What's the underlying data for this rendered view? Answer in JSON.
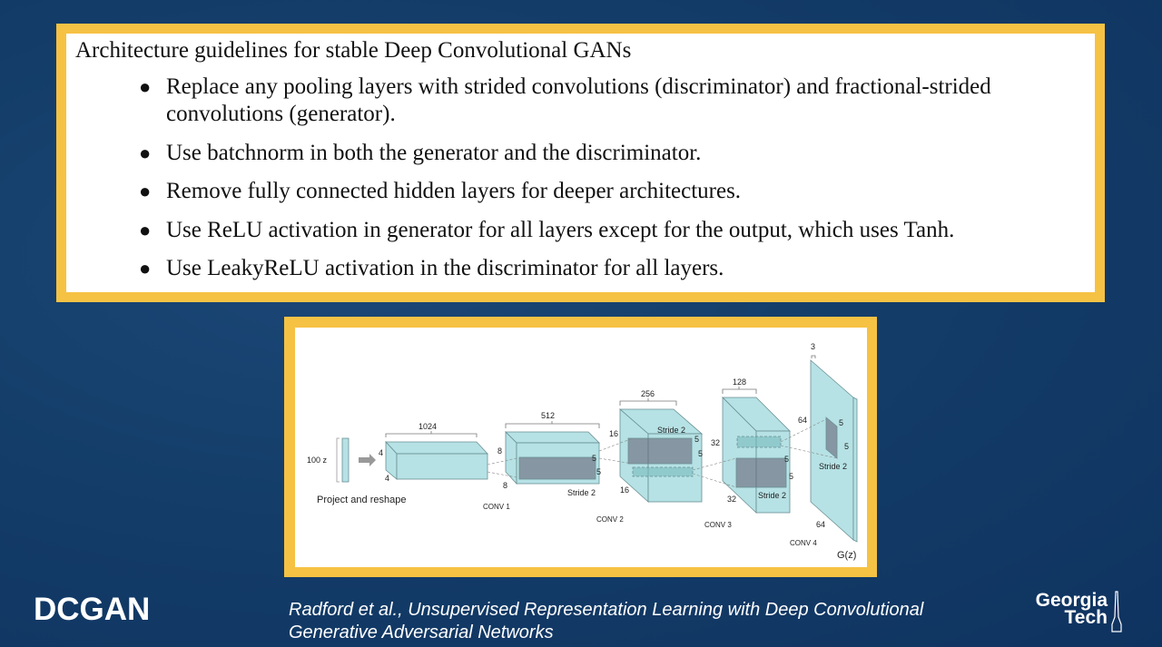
{
  "guidelines": {
    "title": "Architecture guidelines for stable Deep Convolutional GANs",
    "bullet": "●",
    "items": [
      "Replace any pooling layers with strided convolutions (discriminator) and fractional-strided convolutions (generator).",
      "Use batchnorm in both the generator and the discriminator.",
      "Remove fully connected hidden layers for deeper architectures.",
      "Use ReLU activation in generator for all layers except for the output, which uses Tanh.",
      "Use LeakyReLU activation in the discriminator for all layers."
    ]
  },
  "diagram": {
    "z_label": "100 z",
    "project_label": "Project and reshape",
    "b1": {
      "width": "1024",
      "h": "4",
      "d": "4"
    },
    "b2": {
      "width": "512",
      "h": "8",
      "d": "8",
      "k1": "5",
      "k2": "5",
      "stride": "Stride 2",
      "conv": "CONV 1"
    },
    "b3": {
      "width": "256",
      "h": "16",
      "d": "16",
      "k1": "5",
      "k2": "5",
      "stride": "Stride 2",
      "conv": "CONV 2"
    },
    "b4": {
      "width": "128",
      "h": "32",
      "d": "32",
      "k1": "5",
      "k2": "5",
      "stride": "Stride 2",
      "conv": "CONV 3"
    },
    "out": {
      "width": "3",
      "h": "64",
      "d": "64",
      "k1": "5",
      "k2": "5",
      "stride": "Stride 2",
      "conv": "CONV 4",
      "label": "G(z)"
    }
  },
  "footer": {
    "title": "DCGAN",
    "citation_authors": "Radford et al., ",
    "citation_title": "Unsupervised Representation Learning with Deep Convolutional Generative Adversarial Networks",
    "logo_line1": "Georgia",
    "logo_line2": "Tech"
  },
  "colors": {
    "background": "#143d69",
    "frame": "#f6c244",
    "block": "#a9dde0"
  }
}
